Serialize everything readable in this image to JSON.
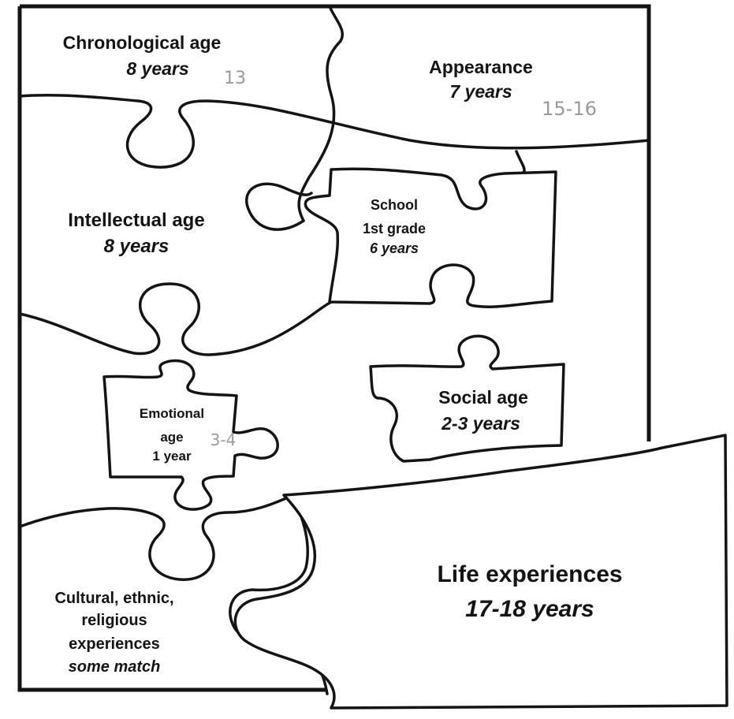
{
  "pieces": {
    "chronological": {
      "title": "Chronological age",
      "value": "8 years",
      "note": "13"
    },
    "appearance": {
      "title": "Appearance",
      "value": "7 years",
      "note": "15-16"
    },
    "intellectual": {
      "title": "Intellectual age",
      "value": "8 years"
    },
    "school": {
      "line1": "School",
      "line2": "1st grade",
      "value": "6 years"
    },
    "emotional": {
      "line1": "Emotional",
      "line2": "age",
      "value": "1 year",
      "note": "3-4"
    },
    "social": {
      "title": "Social age",
      "value": "2-3 years"
    },
    "cultural": {
      "line1": "Cultural, ethnic,",
      "line2": "religious",
      "line3": "experiences",
      "value": "some match"
    },
    "life": {
      "title": "Life experiences",
      "value": "17-18 years"
    }
  }
}
